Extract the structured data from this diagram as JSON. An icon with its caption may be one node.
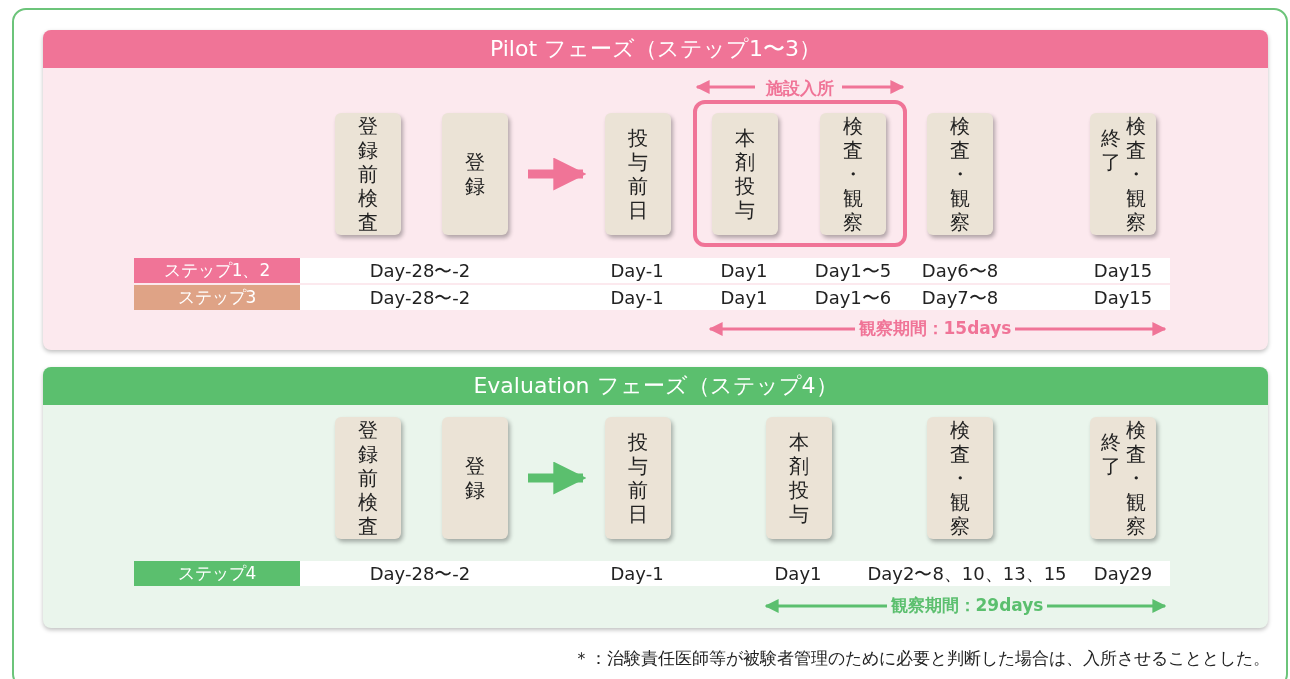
{
  "diagram": {
    "nodes": [
      {
        "text": [
          "Pilot フェーズ（ステップ1〜3）"
        ]
      },
      {
        "text": [
          "登録前検査"
        ],
        "in": 0
      },
      {
        "text": [
          "登録"
        ],
        "in": 0
      },
      {
        "text": [
          "投与前日"
        ],
        "in": 0
      },
      {
        "text": [
          "施設入所"
        ],
        "in": 0
      },
      {
        "text": [
          "本剤投与"
        ],
        "in": 4
      },
      {
        "text": [
          "検査・観察"
        ],
        "in": 4
      },
      {
        "text": [
          "検査・観察"
        ],
        "in": 0
      },
      {
        "text": [
          "終了",
          "検査・観察"
        ],
        "in": 0
      },
      {
        "text": [
          "Evaluation フェーズ（ステップ4）"
        ]
      },
      {
        "text": [
          "登録前検査"
        ],
        "in": 9
      },
      {
        "text": [
          "登録"
        ],
        "in": 9
      },
      {
        "text": [
          "投与前日"
        ],
        "in": 9
      },
      {
        "text": [
          "本剤投与"
        ],
        "in": 9
      },
      {
        "text": [
          "検査・観察"
        ],
        "in": 9
      },
      {
        "text": [
          "終了",
          "検査・観察"
        ],
        "in": 9
      }
    ],
    "edges": [
      {
        "from": 2,
        "to": 3,
        "arrow": "to",
        "color": "#f07497"
      },
      {
        "from": 11,
        "to": 12,
        "arrow": "to",
        "color": "#5bbf6e"
      }
    ],
    "labels": [
      "ステップ1、2",
      "Day-28〜-2",
      "Day-1",
      "Day1",
      "Day1〜5",
      "Day6〜8",
      "Day15",
      "ステップ3",
      "Day-28〜-2",
      "Day-1",
      "Day1",
      "Day1〜6",
      "Day7〜8",
      "Day15",
      "観察期間：15days",
      "ステップ4",
      "Day-28〜-2",
      "Day-1",
      "Day1",
      "Day2〜8、10、13、15",
      "Day29",
      "観察期間：29days",
      "＊：治験責任医師等が被験者管理のために必要と判断した場合は、入所させることとした。"
    ]
  }
}
